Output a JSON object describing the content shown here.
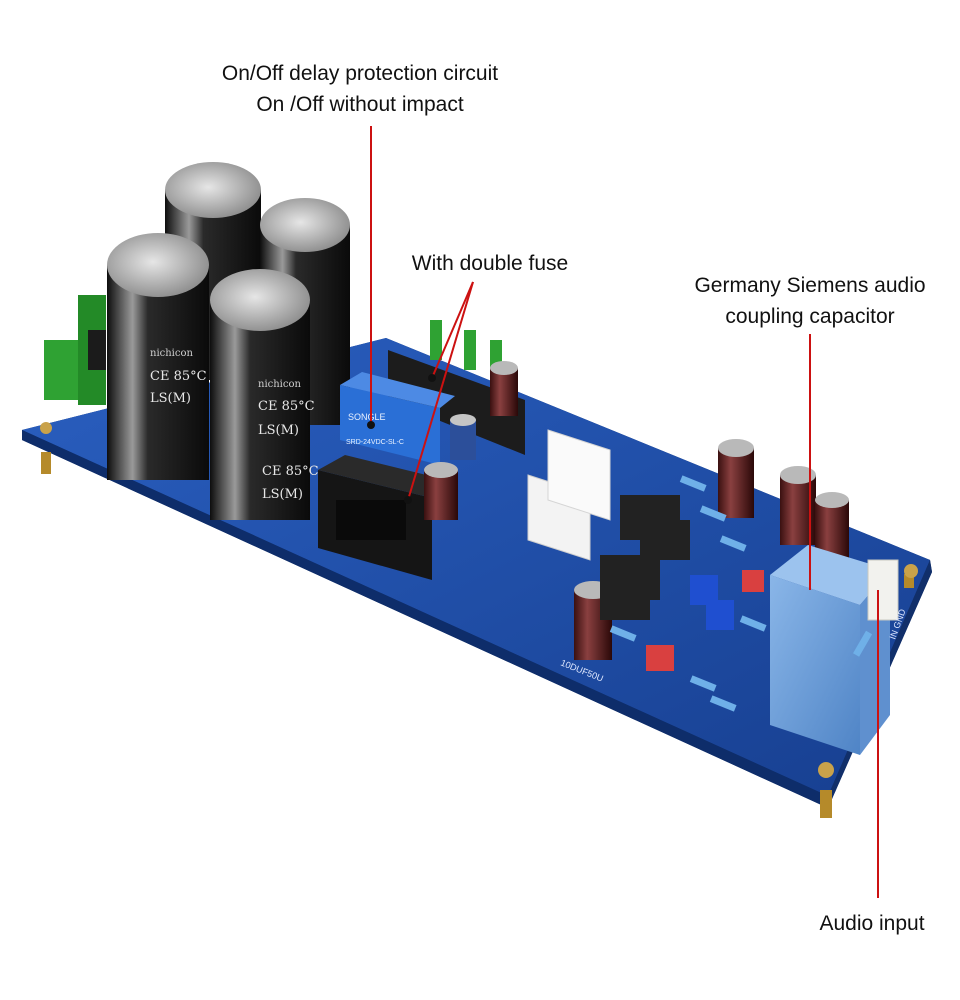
{
  "annotations": {
    "delay_protection": {
      "line1": "On/Off delay protection circuit",
      "line2": "On /Off without impact"
    },
    "double_fuse": {
      "text": "With double fuse"
    },
    "coupling_capacitor": {
      "line1": "Germany Siemens audio",
      "line2": "coupling capacitor"
    },
    "audio_input": {
      "text": "Audio input"
    }
  },
  "board_markings": {
    "cap_brand": "nichicon",
    "cap_rating": "CE 85°C",
    "cap_series": "LS(M)",
    "relay_model": "SRD-24VDC-SL-C",
    "relay_brand": "SONGLE",
    "connector_labels": "IN GND",
    "diode_label": "10DUF50U"
  },
  "colors": {
    "pcb_blue": "#1d4fa8",
    "pcb_edge": "#163f8a",
    "callout_line": "#cc1111",
    "capacitor_black": "#1a1a1a",
    "relay_blue": "#2a6fd6",
    "coupling_cap_blue": "#6e9fd8",
    "terminal_green": "#2fa233"
  }
}
